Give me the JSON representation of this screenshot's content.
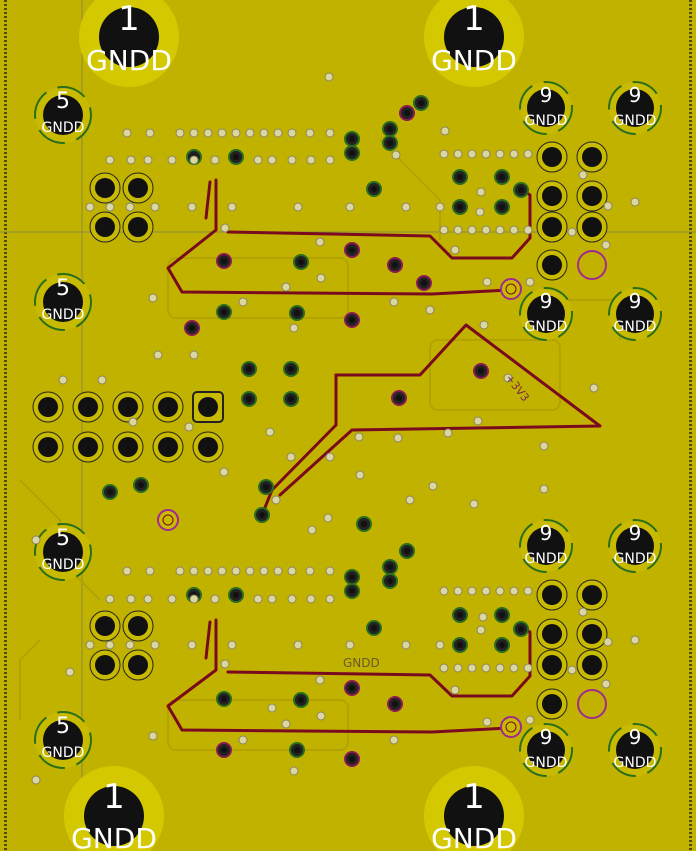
{
  "board": {
    "copper_color": "#c2b200",
    "trace_color": "#7a0a1e",
    "pad_ring_color": "#c8ba00",
    "via_ring_color": "#2a6e1c",
    "via_alt_ring_color": "#a12a90",
    "edge_dash_color": "#4e4a00",
    "mounting_hole_label": "1",
    "gnd_label": "GNDD",
    "pad_labels": {
      "five": "5",
      "nine": "9"
    },
    "silk_text": {
      "net_3v3": "+3V3",
      "gndd_small": "GNDD"
    }
  }
}
